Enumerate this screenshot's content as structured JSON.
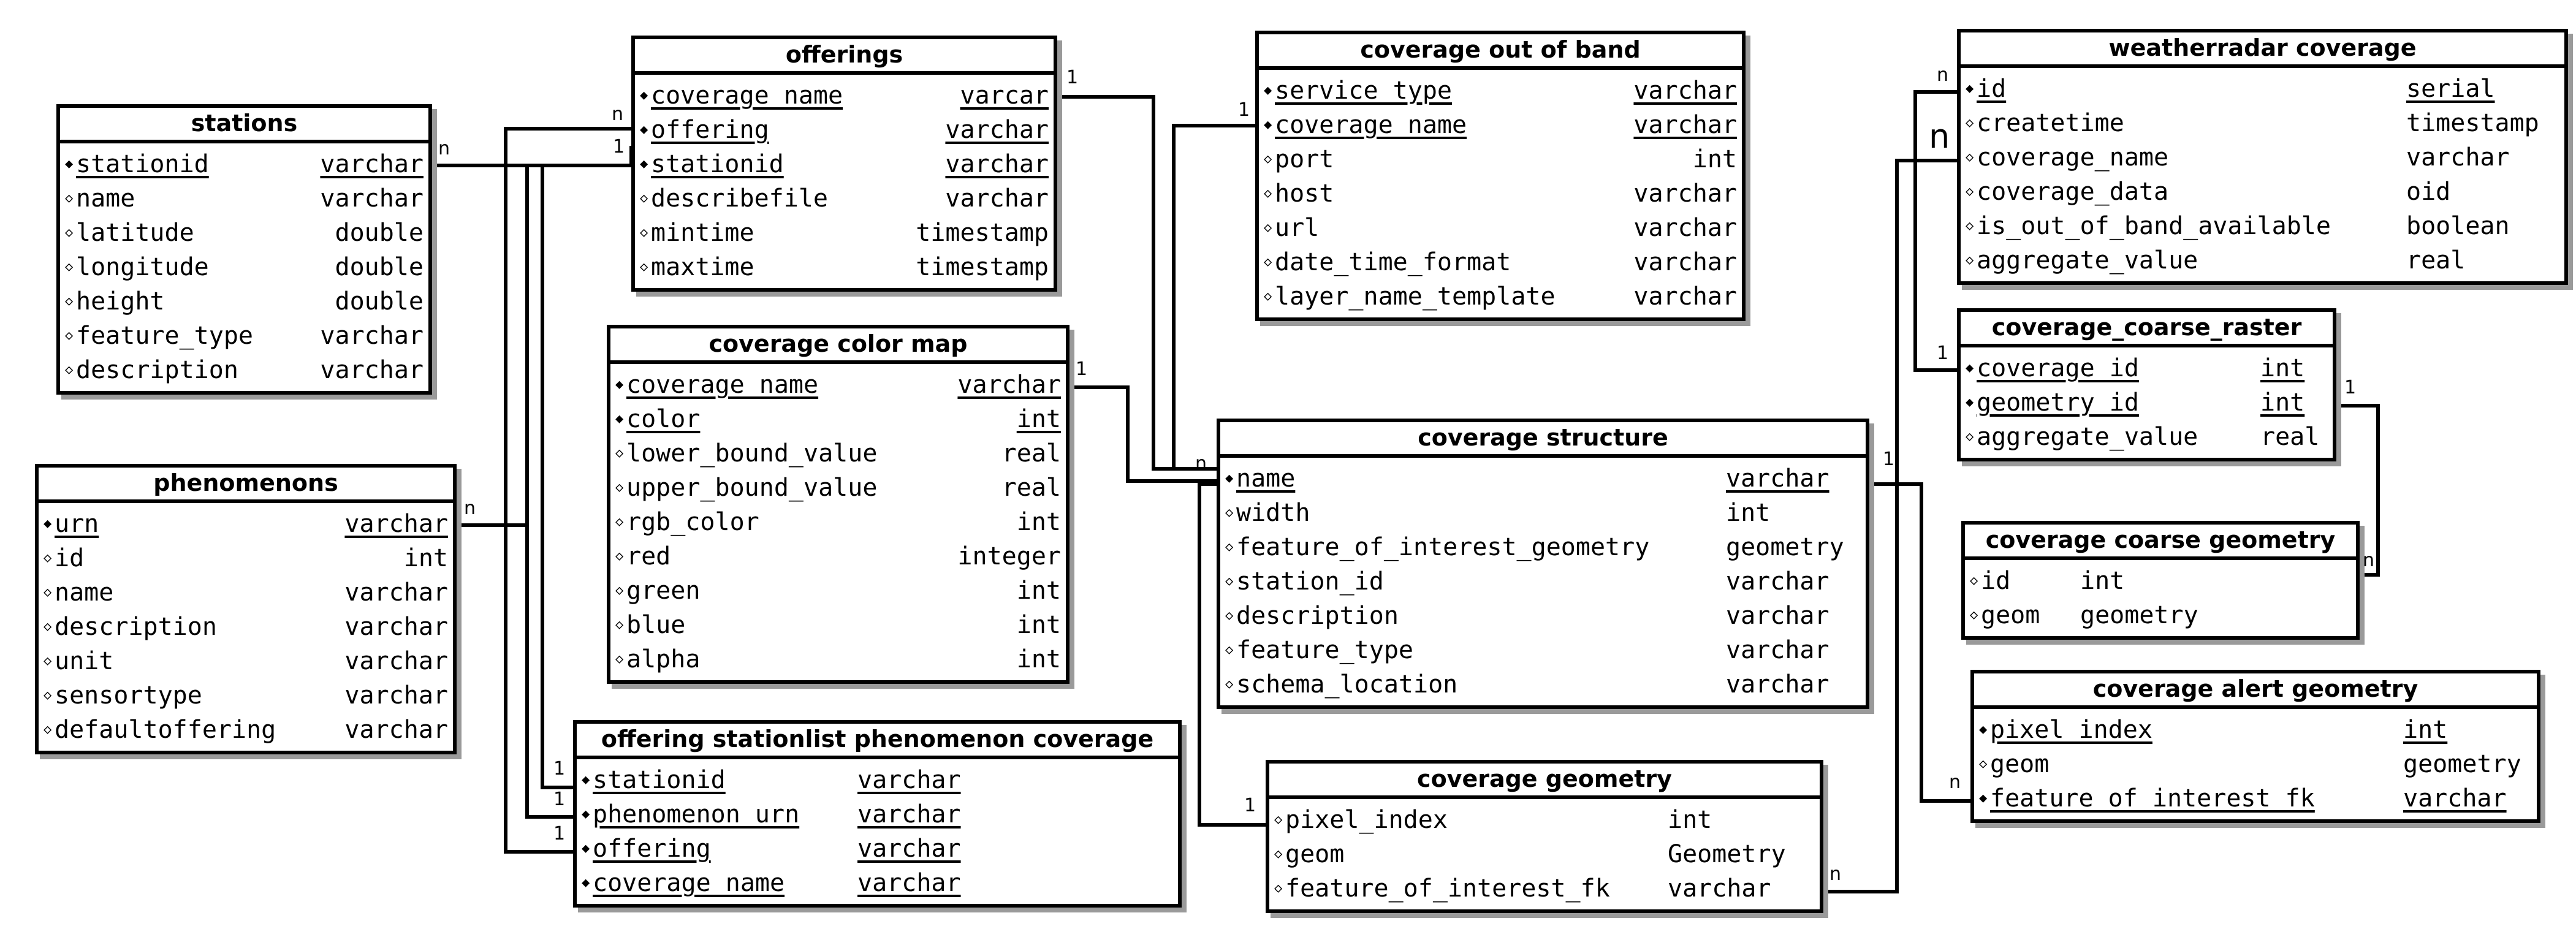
{
  "entities": {
    "stations": {
      "title": "stations",
      "columns": [
        {
          "key": true,
          "pk": true,
          "name": "stationid",
          "type": "varchar"
        },
        {
          "key": false,
          "pk": false,
          "name": "name",
          "type": "varchar"
        },
        {
          "key": false,
          "pk": false,
          "name": "latitude",
          "type": "double"
        },
        {
          "key": false,
          "pk": false,
          "name": "longitude",
          "type": "double"
        },
        {
          "key": false,
          "pk": false,
          "name": "height",
          "type": "double"
        },
        {
          "key": false,
          "pk": false,
          "name": "feature_type",
          "type": "varchar"
        },
        {
          "key": false,
          "pk": false,
          "name": "description",
          "type": "varchar"
        }
      ]
    },
    "offerings": {
      "title": "offerings",
      "columns": [
        {
          "key": true,
          "pk": true,
          "name": "coverage_name",
          "type": "varcar"
        },
        {
          "key": true,
          "pk": true,
          "name": "offering",
          "type": "varchar"
        },
        {
          "key": true,
          "pk": true,
          "name": "stationid",
          "type": "varchar"
        },
        {
          "key": false,
          "pk": false,
          "name": "describefile",
          "type": "varchar"
        },
        {
          "key": false,
          "pk": false,
          "name": "mintime",
          "type": "timestamp"
        },
        {
          "key": false,
          "pk": false,
          "name": "maxtime",
          "type": "timestamp"
        }
      ]
    },
    "phenomenons": {
      "title": "phenomenons",
      "columns": [
        {
          "key": true,
          "pk": true,
          "name": "urn",
          "type": "varchar"
        },
        {
          "key": false,
          "pk": false,
          "name": "id",
          "type": "int"
        },
        {
          "key": false,
          "pk": false,
          "name": "name",
          "type": "varchar"
        },
        {
          "key": false,
          "pk": false,
          "name": "description",
          "type": "varchar"
        },
        {
          "key": false,
          "pk": false,
          "name": "unit",
          "type": "varchar"
        },
        {
          "key": false,
          "pk": false,
          "name": "sensortype",
          "type": "varchar"
        },
        {
          "key": false,
          "pk": false,
          "name": "defaultoffering",
          "type": "varchar"
        }
      ]
    },
    "coverage_color_map": {
      "title": "coverage color map",
      "columns": [
        {
          "key": true,
          "pk": true,
          "name": "coverage_name",
          "type": "varchar"
        },
        {
          "key": true,
          "pk": true,
          "name": "color",
          "type": "int"
        },
        {
          "key": false,
          "pk": false,
          "name": "lower_bound_value",
          "type": "real"
        },
        {
          "key": false,
          "pk": false,
          "name": "upper_bound_value",
          "type": "real"
        },
        {
          "key": false,
          "pk": false,
          "name": "rgb_color",
          "type": "int"
        },
        {
          "key": false,
          "pk": false,
          "name": "red",
          "type": "integer"
        },
        {
          "key": false,
          "pk": false,
          "name": "green",
          "type": "int"
        },
        {
          "key": false,
          "pk": false,
          "name": "blue",
          "type": "int"
        },
        {
          "key": false,
          "pk": false,
          "name": "alpha",
          "type": "int"
        }
      ]
    },
    "offering_stationlist": {
      "title": "offering stationlist phenomenon coverage",
      "columns": [
        {
          "key": true,
          "pk": true,
          "name": "stationid",
          "type": "varchar"
        },
        {
          "key": true,
          "pk": true,
          "name": "phenomenon_urn",
          "type": "varchar"
        },
        {
          "key": true,
          "pk": true,
          "name": "offering",
          "type": "varchar"
        },
        {
          "key": true,
          "pk": true,
          "name": "coverage_name",
          "type": "varchar"
        }
      ]
    },
    "coverage_out_of_band": {
      "title": "coverage out of band",
      "columns": [
        {
          "key": true,
          "pk": true,
          "name": "service_type",
          "type": "varchar"
        },
        {
          "key": true,
          "pk": true,
          "name": "coverage_name",
          "type": "varchar"
        },
        {
          "key": false,
          "pk": false,
          "name": "port",
          "type": "int"
        },
        {
          "key": false,
          "pk": false,
          "name": "host",
          "type": "varchar"
        },
        {
          "key": false,
          "pk": false,
          "name": "url",
          "type": "varchar"
        },
        {
          "key": false,
          "pk": false,
          "name": "date_time_format",
          "type": "varchar"
        },
        {
          "key": false,
          "pk": false,
          "name": "layer_name_template",
          "type": "varchar"
        }
      ]
    },
    "coverage_structure": {
      "title": "coverage structure",
      "columns": [
        {
          "key": true,
          "pk": true,
          "name": "name",
          "type": "varchar"
        },
        {
          "key": false,
          "pk": false,
          "name": "width",
          "type": "int"
        },
        {
          "key": false,
          "pk": false,
          "name": "feature_of_interest_geometry",
          "type": "geometry"
        },
        {
          "key": false,
          "pk": false,
          "name": "station_id",
          "type": "varchar"
        },
        {
          "key": false,
          "pk": false,
          "name": "description",
          "type": "varchar"
        },
        {
          "key": false,
          "pk": false,
          "name": "feature_type",
          "type": "varchar"
        },
        {
          "key": false,
          "pk": false,
          "name": "schema_location",
          "type": "varchar"
        }
      ]
    },
    "coverage_geometry": {
      "title": "coverage geometry",
      "columns": [
        {
          "key": false,
          "pk": false,
          "name": "pixel_index",
          "type": "int"
        },
        {
          "key": false,
          "pk": false,
          "name": "geom",
          "type": "Geometry"
        },
        {
          "key": false,
          "pk": false,
          "name": "feature_of_interest_fk",
          "type": "varchar"
        }
      ]
    },
    "weatherradar_coverage": {
      "title": "weatherradar coverage",
      "columns": [
        {
          "key": true,
          "pk": true,
          "name": "id",
          "type": "serial"
        },
        {
          "key": false,
          "pk": false,
          "name": "createtime",
          "type": "timestamp"
        },
        {
          "key": false,
          "pk": false,
          "name": "coverage_name",
          "type": "varchar"
        },
        {
          "key": false,
          "pk": false,
          "name": "coverage_data",
          "type": "oid"
        },
        {
          "key": false,
          "pk": false,
          "name": "is_out_of_band_available",
          "type": "boolean"
        },
        {
          "key": false,
          "pk": false,
          "name": "aggregate_value",
          "type": "real"
        }
      ]
    },
    "coverage_coarse_raster": {
      "title": "coverage_coarse_raster",
      "columns": [
        {
          "key": true,
          "pk": true,
          "name": "coverage_id",
          "type": "int"
        },
        {
          "key": true,
          "pk": true,
          "name": "geometry_id",
          "type": "int"
        },
        {
          "key": false,
          "pk": false,
          "name": "aggregate_value",
          "type": "real"
        }
      ]
    },
    "coverage_coarse_geometry": {
      "title": "coverage coarse geometry",
      "columns": [
        {
          "key": false,
          "pk": false,
          "name": "id",
          "type": "int"
        },
        {
          "key": false,
          "pk": false,
          "name": "geom",
          "type": "geometry"
        }
      ]
    },
    "coverage_alert_geometry": {
      "title": "coverage alert geometry",
      "columns": [
        {
          "key": true,
          "pk": true,
          "name": "pixel_index",
          "type": "int"
        },
        {
          "key": false,
          "pk": false,
          "name": "geom",
          "type": "geometry"
        },
        {
          "key": true,
          "pk": true,
          "name": "feature_of_interest_fk",
          "type": "varchar"
        }
      ]
    }
  },
  "cardinalities": {
    "stations_n": "n",
    "offerings_n": "n",
    "offerings_1a": "1",
    "offerings_1b": "1",
    "phenomenons_n": "n",
    "osl_1a": "1",
    "osl_1b": "1",
    "osl_1c": "1",
    "color_map_1": "1",
    "structure_n": "n",
    "oob_1": "1",
    "geometry_1": "1",
    "geometry_n": "n",
    "structure_1": "1",
    "radar_n_small": "n",
    "radar_n_big": "n",
    "raster_1a": "1",
    "raster_1b": "1",
    "coarse_geom_n": "n",
    "alert_n": "n"
  }
}
